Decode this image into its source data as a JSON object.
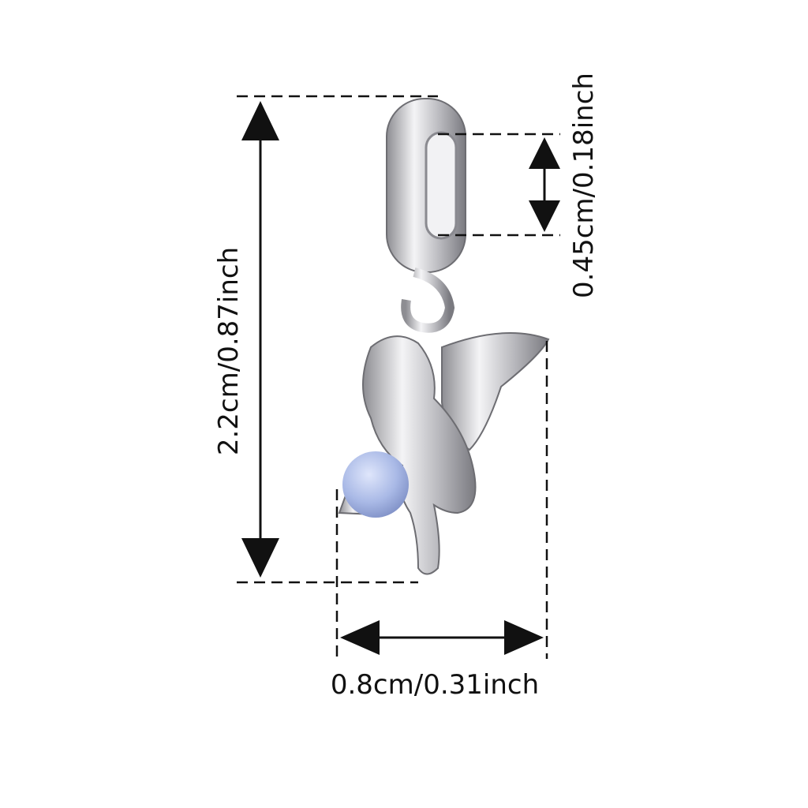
{
  "dimensions": {
    "height_label": "2.2cm/0.87inch",
    "hole_label": "0.45cm/0.18inch",
    "width_label": "0.8cm/0.31inch"
  },
  "colors": {
    "line": "#111111",
    "silver": "#c8c8cc",
    "bead": "#a9b9e6"
  }
}
